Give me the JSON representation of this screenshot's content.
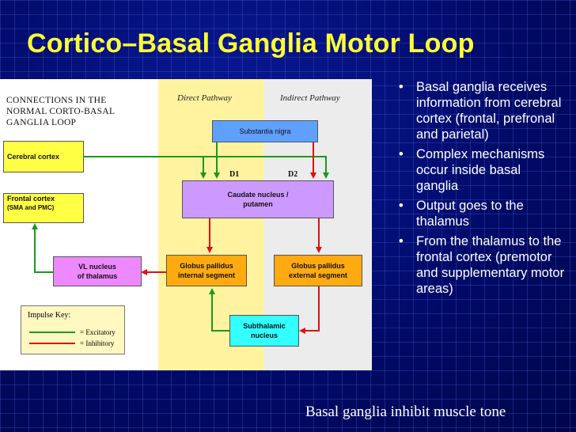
{
  "slide": {
    "title": "Cortico–Basal Ganglia Motor Loop",
    "caption": "Basal ganglia inhibit muscle tone",
    "bullets": [
      "Basal ganglia receives information from cerebral cortex (frontal, prefronal and parietal)",
      "Complex mechanisms occur inside basal ganglia",
      "Output goes to the thalamus",
      "From the thalamus to the frontal cortex (premotor and supplementary motor areas)"
    ]
  },
  "diagram": {
    "heading_line1": "CONNECTIONS IN THE",
    "heading_line2": "NORMAL CORTO-BASAL",
    "heading_line3": "GANGLIA LOOP",
    "direct_label": "Direct Pathway",
    "indirect_label": "Indirect Pathway",
    "cerebral_cortex": "Cerebral cortex",
    "frontal_cortex_line1": "Frontal cortex",
    "frontal_cortex_line2": "(SMA and PMC)",
    "substantia_nigra": "Substantia nigra",
    "caudate_line1": "Caudate nucleus /",
    "caudate_line2": "putamen",
    "d1": "D1",
    "d2": "D2",
    "vl_line1": "VL nucleus",
    "vl_line2": "of thalamus",
    "gpi_line1": "Globus pallidus",
    "gpi_line2": "internal segment",
    "gpe_line1": "Globus pallidus",
    "gpe_line2": "external segment",
    "stn_line1": "Subthalamic",
    "stn_line2": "nucleus",
    "key_title": "Impulse Key:",
    "key_excitatory": "= Excitatory",
    "key_inhibitory": "= Inhibitory",
    "colors": {
      "excitatory": "#1a9a1a",
      "inhibitory": "#dd1111"
    }
  }
}
